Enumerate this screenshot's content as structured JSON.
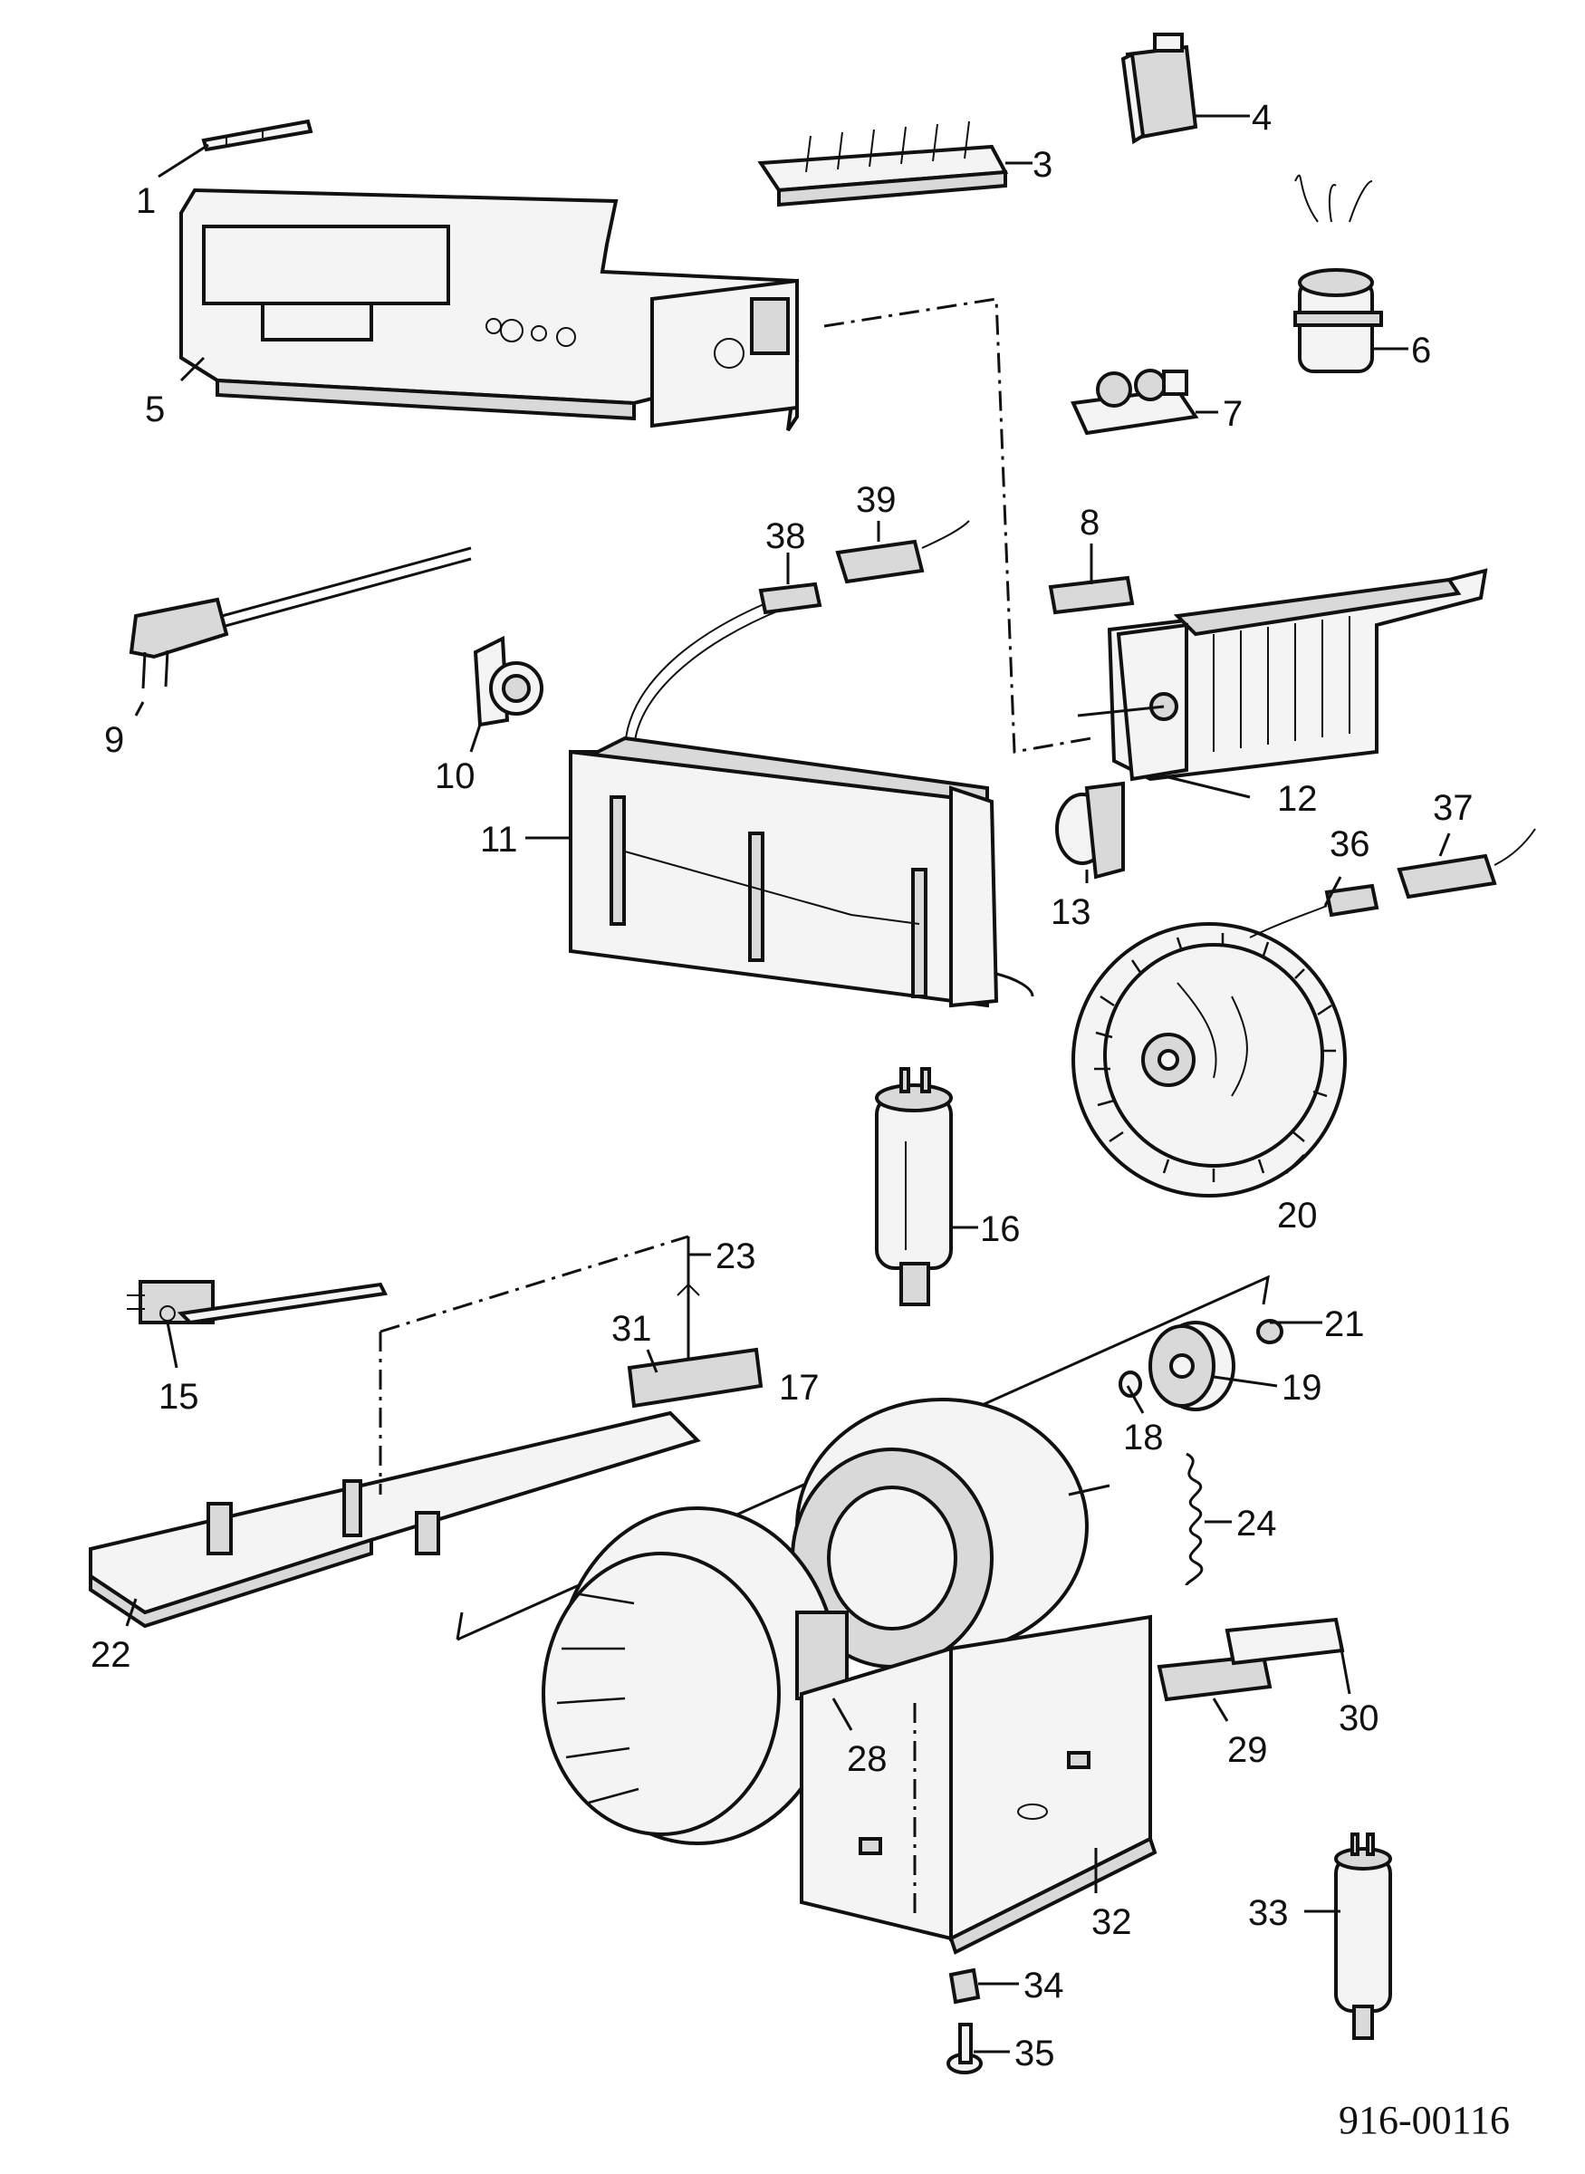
{
  "drawing_id": "916-00116",
  "callouts": [
    "1",
    "3",
    "4",
    "5",
    "6",
    "7",
    "8",
    "9",
    "10",
    "11",
    "12",
    "13",
    "15",
    "16",
    "17",
    "18",
    "19",
    "20",
    "21",
    "22",
    "23",
    "24",
    "28",
    "29",
    "30",
    "31",
    "32",
    "33",
    "34",
    "35",
    "36",
    "37",
    "38",
    "39"
  ]
}
